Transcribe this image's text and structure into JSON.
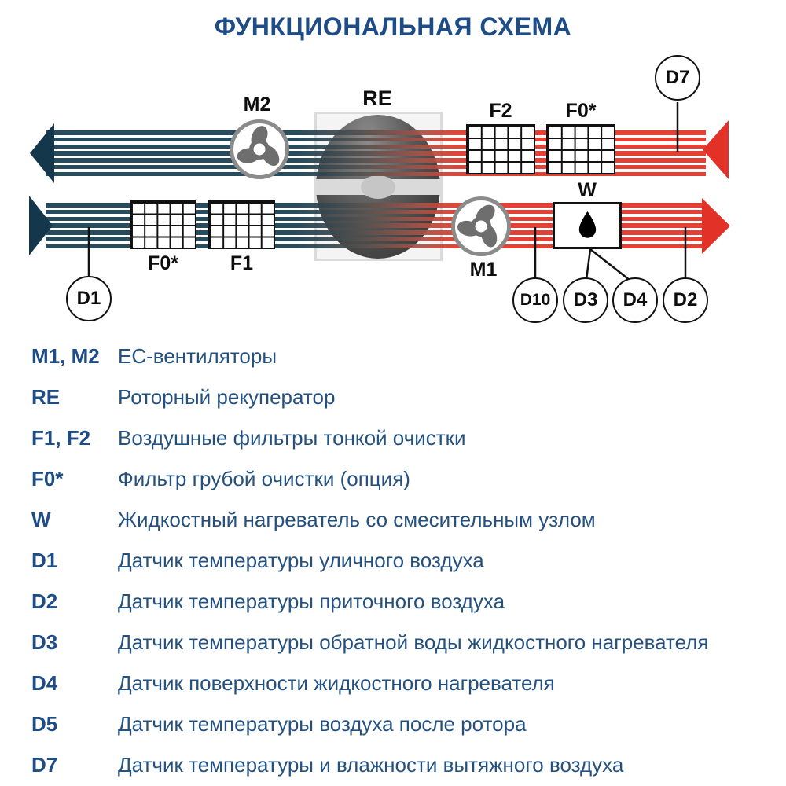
{
  "title": "ФУНКЦИОНАЛЬНАЯ СХЕМА",
  "colors": {
    "accent_blue": "#1E4C87",
    "stream_cold": "#14374B",
    "stream_warm": "#E23126",
    "rotor_gray": "#4A4A4A"
  },
  "diagram": {
    "components": {
      "m2": "M2",
      "re": "RE",
      "f2": "F2",
      "f0_top": "F0*",
      "f0_bottom": "F0*",
      "f1": "F1",
      "m1": "M1",
      "w": "W"
    },
    "sensors": {
      "d1": "D1",
      "d2": "D2",
      "d3": "D3",
      "d4": "D4",
      "d7": "D7",
      "d10": "D10"
    }
  },
  "legend": {
    "items": [
      {
        "key": "M1, M2",
        "text": "ЕС-вентиляторы"
      },
      {
        "key": "RE",
        "text": "Роторный рекуператор"
      },
      {
        "key": "F1, F2",
        "text": "Воздушные фильтры тонкой очистки"
      },
      {
        "key": "F0*",
        "text": "Фильтр грубой очистки (опция)"
      },
      {
        "key": "W",
        "text": "Жидкостный нагреватель со смесительным узлом"
      },
      {
        "key": "D1",
        "text": "Датчик температуры уличного воздуха"
      },
      {
        "key": "D2",
        "text": "Датчик температуры приточного воздуха"
      },
      {
        "key": "D3",
        "text": "Датчик температуры обратной воды жидкостного нагревателя"
      },
      {
        "key": "D4",
        "text": "Датчик поверхности жидкостного нагревателя"
      },
      {
        "key": "D5",
        "text": "Датчик температуры воздуха после ротора"
      },
      {
        "key": "D7",
        "text": "Датчик температуры и влажности вытяжного воздуха"
      }
    ]
  }
}
